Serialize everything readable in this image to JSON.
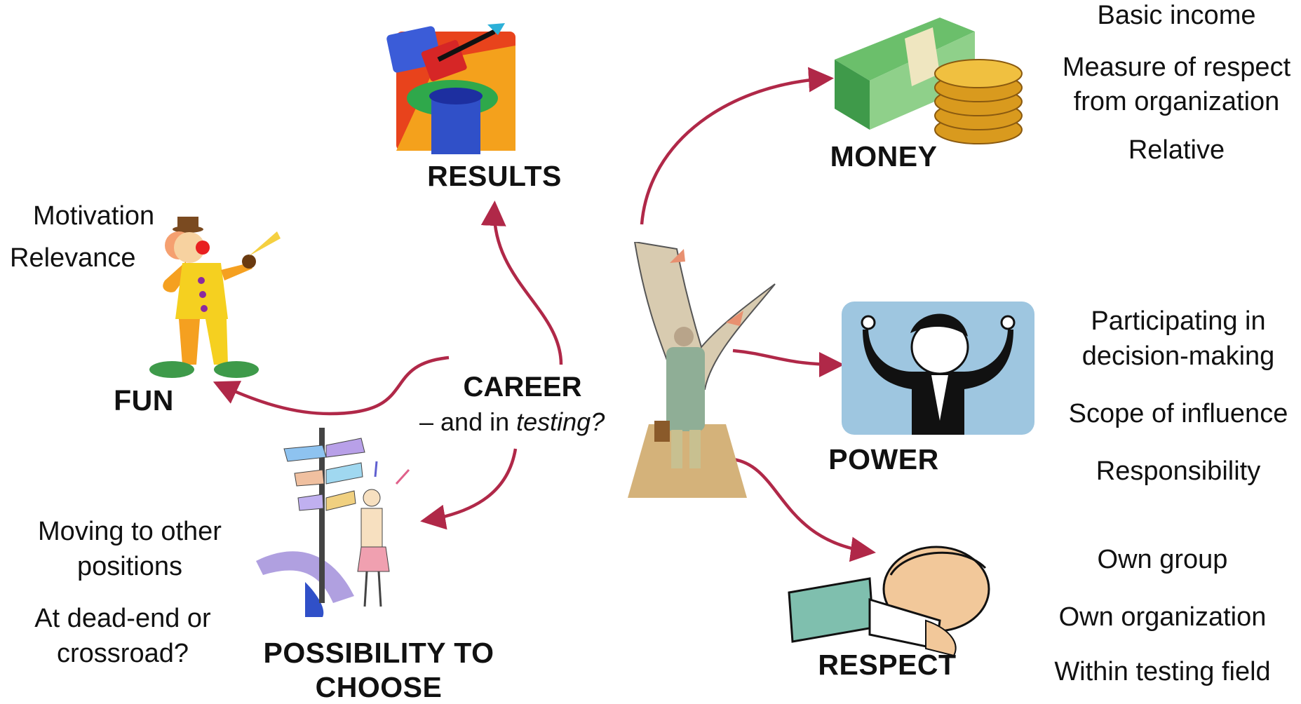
{
  "center": {
    "title": "CAREER",
    "subtitle_prefix": "– and in ",
    "subtitle_em": "testing?"
  },
  "nodes": {
    "results": {
      "label": "RESULTS"
    },
    "money": {
      "label": "MONEY"
    },
    "power": {
      "label": "POWER"
    },
    "respect": {
      "label": "RESPECT"
    },
    "fun": {
      "label": "FUN"
    },
    "possibility": {
      "label_line1": "POSSIBILITY TO",
      "label_line2": "CHOOSE"
    }
  },
  "notes": {
    "money": [
      "Basic income",
      "Measure of respect",
      "from organization",
      "Relative"
    ],
    "power": [
      "Participating in",
      "decision-making",
      "Scope of influence",
      "Responsibility"
    ],
    "respect": [
      "Own group",
      "Own organization",
      "Within testing field"
    ],
    "fun": [
      "Motivation",
      "Relevance"
    ],
    "possibility": [
      "Moving to other",
      "positions",
      "At dead-end or",
      "crossroad?"
    ]
  },
  "colors": {
    "arrow": "#b02848",
    "text": "#111111"
  }
}
